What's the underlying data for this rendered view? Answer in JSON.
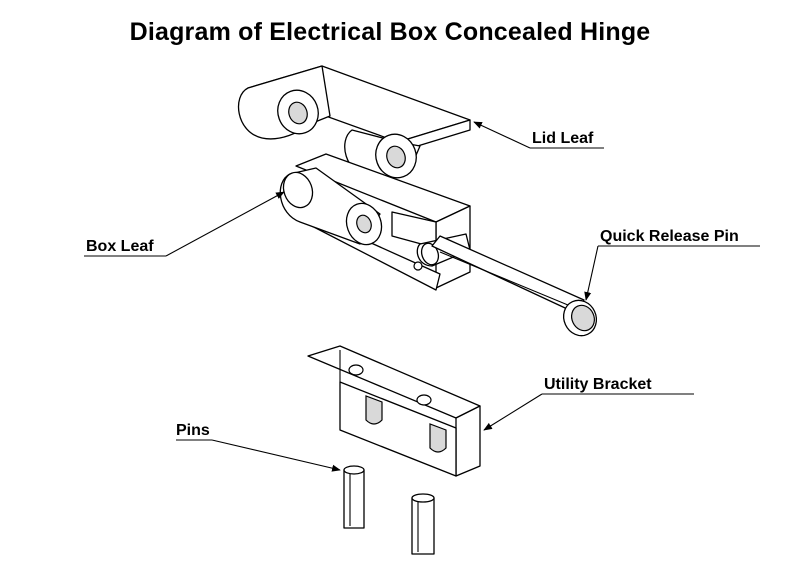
{
  "title": "Diagram of Electrical Box Concealed Hinge",
  "labels": {
    "lid_leaf": "Lid Leaf",
    "box_leaf": "Box Leaf",
    "quick_release_pin": "Quick Release Pin",
    "utility_bracket": "Utility Bracket",
    "pins": "Pins"
  }
}
